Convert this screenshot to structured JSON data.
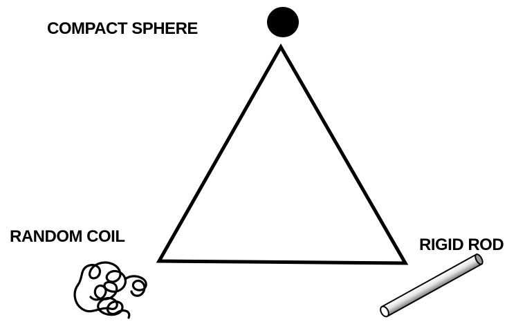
{
  "vertices": {
    "top": "COMPACT SPHERE",
    "bottom_left": "RANDOM COIL",
    "bottom_right": "RIGID ROD"
  },
  "icons": {
    "top": "filled-sphere-icon",
    "bottom_left": "random-coil-icon",
    "bottom_right": "rigid-rod-icon"
  },
  "colors": {
    "ink": "#000000",
    "background": "#ffffff"
  }
}
